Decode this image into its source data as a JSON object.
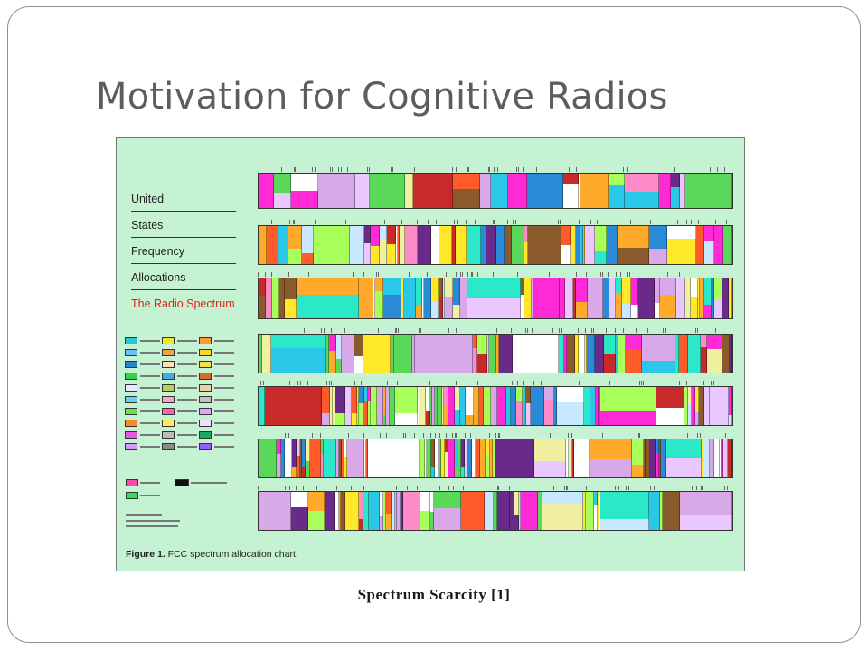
{
  "slide": {
    "title": "Motivation for Cognitive Radios",
    "caption": "Spectrum Scarcity [1]"
  },
  "figure": {
    "heading_lines": [
      "United",
      "States",
      "Frequency",
      "Allocations",
      "The Radio Spectrum"
    ],
    "heading_red_color": "#e2231a",
    "background_color": "#c4f2d2",
    "caption_bold": "Figure 1.",
    "caption_text": " FCC spectrum allocation chart.",
    "legend_colors": [
      "#28c6d6",
      "#f0e62a",
      "#ff9a2c",
      "#6cc3f0",
      "#f5a04a",
      "#ffd42a",
      "#2a86c8",
      "#ffe0b0",
      "#f2e24a",
      "#2fd44a",
      "#4aa8e0",
      "#d26a2a",
      "#e8e8ff",
      "#b2d05a",
      "#e8d2a8",
      "#5ed2f0",
      "#ffa2c8",
      "#c2c2c2",
      "#68e24a",
      "#ff62a8",
      "#e6a2ff",
      "#f88a2a",
      "#ffee5a",
      "#f0e0ff",
      "#e85ae6",
      "#bbbbbb",
      "#1aa86a",
      "#d896ff",
      "#8a8a8a",
      "#9a5aff"
    ],
    "band_palette": [
      "#2ac8e8",
      "#ff2ad6",
      "#ffffff",
      "#a8ff5a",
      "#ffe82a",
      "#c8e8ff",
      "#8a5a2a",
      "#e8c8ff",
      "#5ad85a",
      "#ff5a2a",
      "#2a8ad8",
      "#ffaa2a",
      "#d8a8e8",
      "#f0f0a0",
      "#6a2a8a",
      "#ff8ac8",
      "#c82a2a",
      "#2ae8c8"
    ]
  }
}
